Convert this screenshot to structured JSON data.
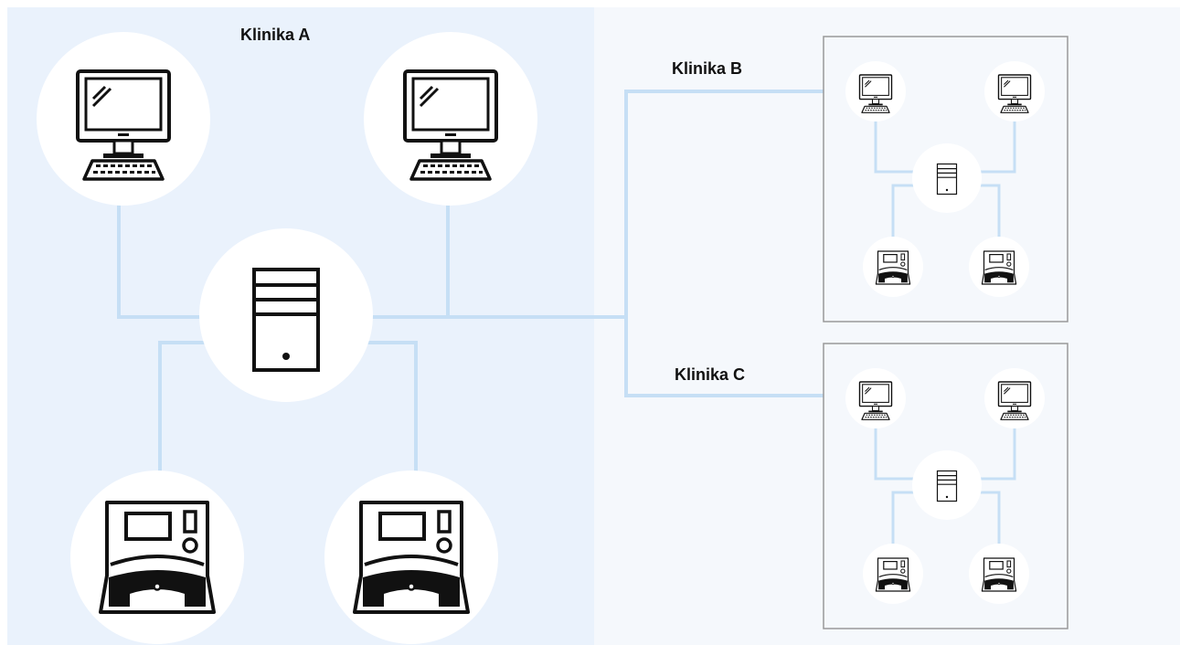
{
  "clinics": {
    "a": {
      "name": "Klinika A"
    },
    "b": {
      "name": "Klinika B"
    },
    "c": {
      "name": "Klinika C"
    }
  },
  "colors": {
    "panel_background": "#eaf2fc",
    "outer_background": "#f5f8fc",
    "connector": "#c6dff5",
    "node_fill": "#ffffff",
    "icon_stroke": "#111111",
    "box_border": "#999999"
  },
  "icons": {
    "computer": "desktop-computer-icon",
    "server": "server-tower-icon",
    "device": "device-unit-icon"
  }
}
